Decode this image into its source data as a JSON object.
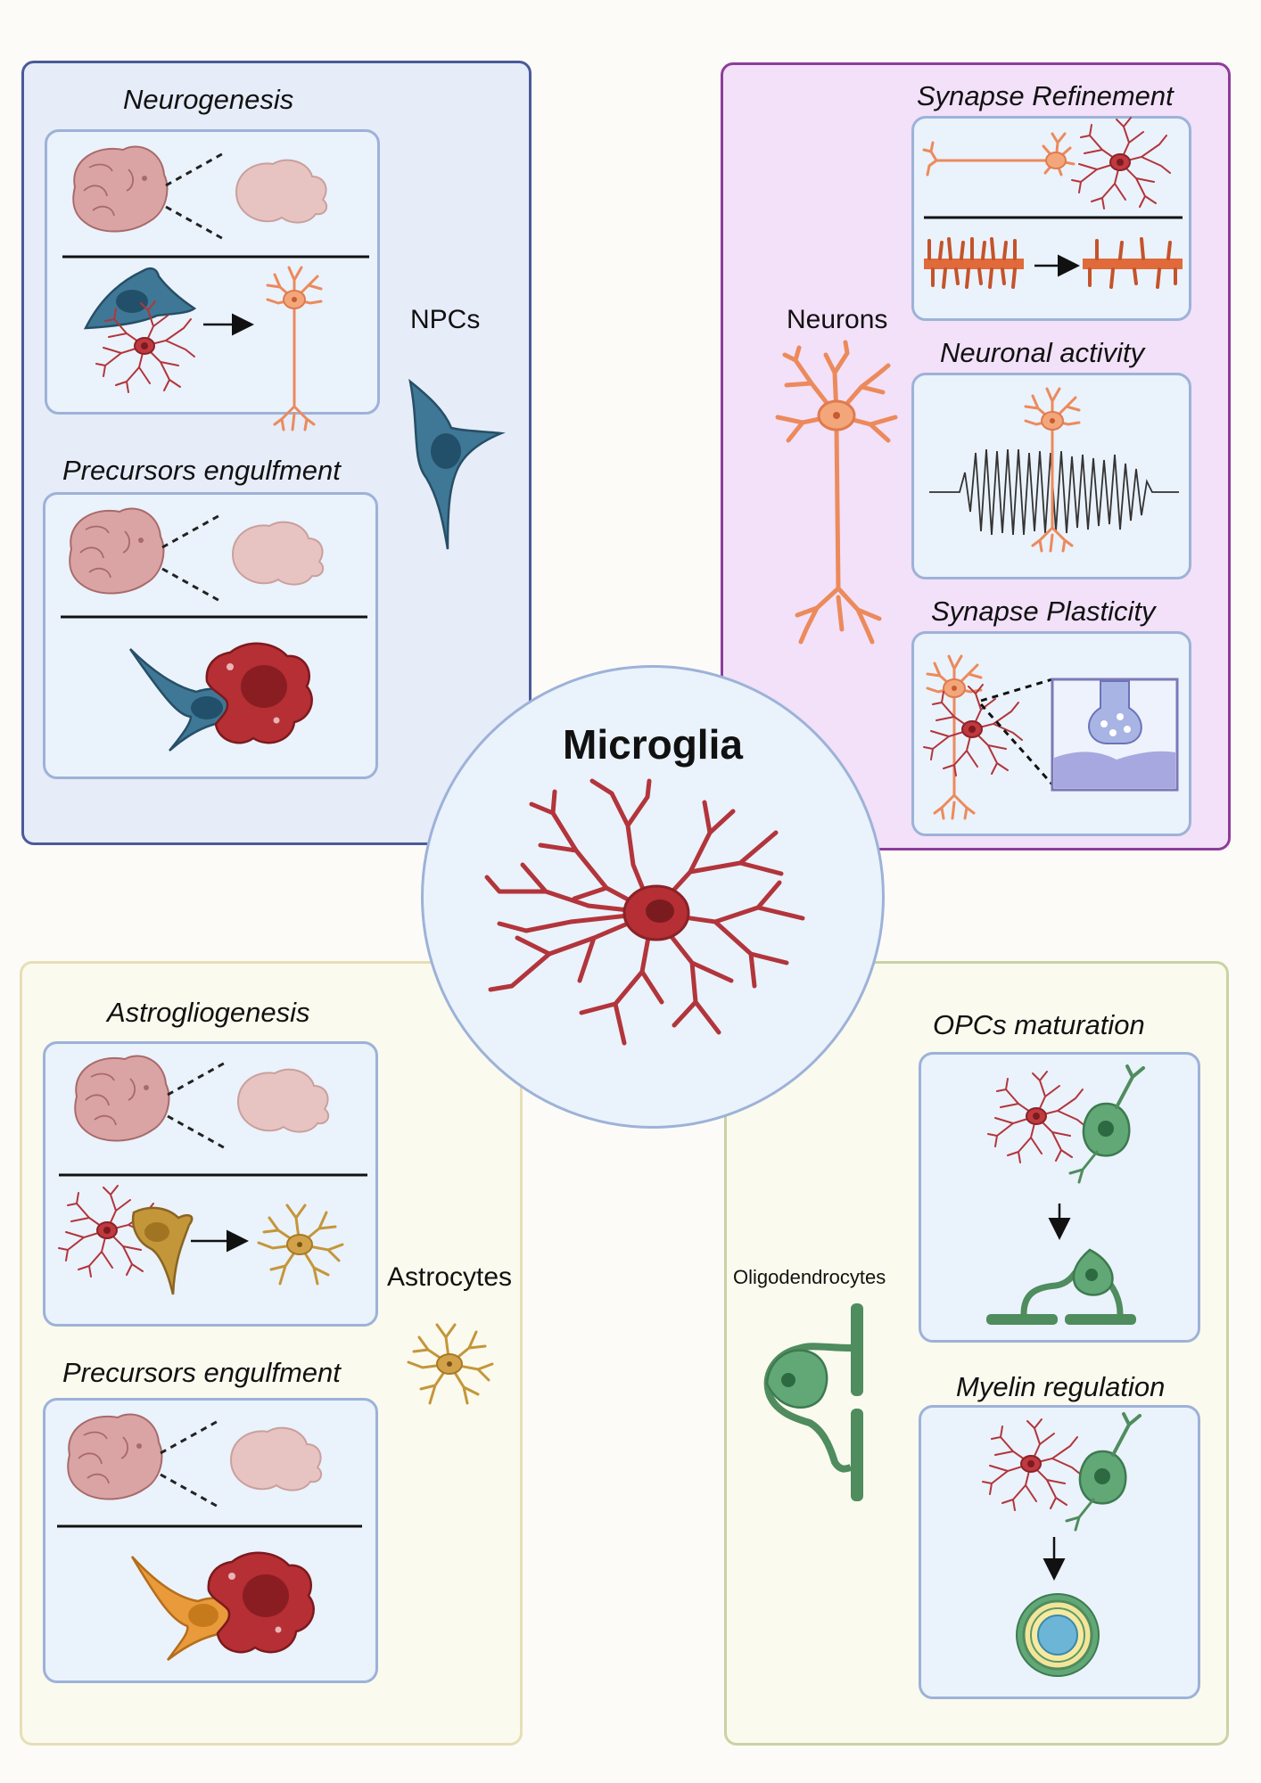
{
  "center": {
    "title": "Microglia"
  },
  "npc_panel": {
    "cell_label": "NPCs",
    "neurogenesis": "Neurogenesis",
    "precursors_engulfment": "Precursors engulfment"
  },
  "neuron_panel": {
    "cell_label": "Neurons",
    "synapse_refinement": "Synapse Refinement",
    "neuronal_activity": "Neuronal activity",
    "synapse_plasticity": "Synapse Plasticity"
  },
  "astro_panel": {
    "cell_label": "Astrocytes",
    "astrogliogenesis": "Astrogliogenesis",
    "precursors_engulfment": "Precursors engulfment"
  },
  "oligo_panel": {
    "cell_label": "Oligodendrocytes",
    "opcs_maturation": "OPCs maturation",
    "myelin_regulation": "Myelin regulation"
  },
  "colors": {
    "microglia": "#b2353b",
    "npc": "#3f7896",
    "neuron": "#ec8a5c",
    "astrocyte": "#c4963a",
    "oligodendrocyte": "#4f8c5e",
    "npc_panel_bg": "#e6ecf8",
    "neuron_panel_bg": "#f2e1f8",
    "glia_panel_bg": "#fbfaee"
  }
}
